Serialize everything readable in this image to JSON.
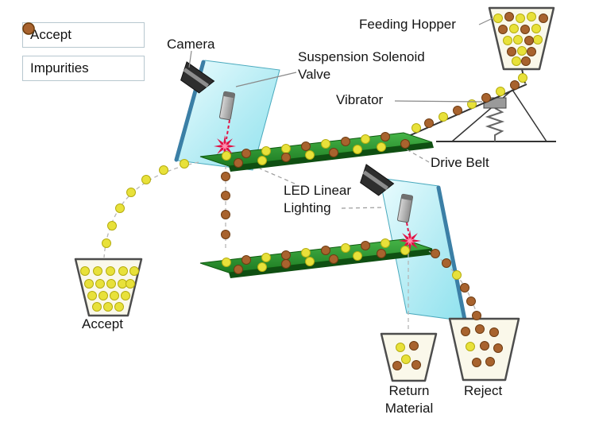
{
  "legend": {
    "items": [
      {
        "label": "Accept",
        "type": "accept"
      },
      {
        "label": "Impurities",
        "type": "impurity"
      }
    ]
  },
  "labels": {
    "camera": "Camera",
    "feeding_hopper": "Feeding Hopper",
    "suspension_solenoid_valve": "Suspension Solenoid Valve",
    "vibrator": "Vibrator",
    "drive_belt": "Drive Belt",
    "led_linear_lighting": "LED Linear Lighting",
    "accept_bin": "Accept",
    "return_material": "Return Material",
    "reject_bin": "Reject"
  },
  "colors": {
    "accept": "#e8e13a",
    "accept_edge": "#b5ad10",
    "impurity": "#a8632e",
    "impurity_edge": "#6e3c12",
    "laser": "#e01245",
    "belt_green": "#2f9e35",
    "panel_cyan": "#a9e9f2"
  },
  "balls": [
    {
      "name": "feeder-accept",
      "type": "accept",
      "points": [
        [
          627,
          23
        ],
        [
          655,
          23
        ],
        [
          669,
          21
        ],
        [
          647,
          36
        ],
        [
          675,
          36
        ],
        [
          639,
          51
        ],
        [
          652,
          50
        ],
        [
          677,
          50
        ],
        [
          657,
          64
        ],
        [
          650,
          77
        ]
      ]
    },
    {
      "name": "feeder-impurity",
      "type": "impurity",
      "points": [
        [
          641,
          21
        ],
        [
          684,
          23
        ],
        [
          633,
          37
        ],
        [
          661,
          37
        ],
        [
          666,
          51
        ],
        [
          644,
          65
        ],
        [
          669,
          65
        ],
        [
          662,
          77
        ]
      ]
    },
    {
      "name": "chute-accept",
      "type": "accept",
      "points": [
        [
          658,
          98
        ],
        [
          630,
          115
        ],
        [
          594,
          131
        ],
        [
          558,
          147
        ],
        [
          524,
          161
        ]
      ]
    },
    {
      "name": "chute-impurity",
      "type": "impurity",
      "points": [
        [
          648,
          107
        ],
        [
          612,
          123
        ],
        [
          576,
          139
        ],
        [
          540,
          155
        ]
      ]
    },
    {
      "name": "belt1-accept",
      "type": "accept",
      "points": [
        [
          285,
          196
        ],
        [
          335,
          190
        ],
        [
          360,
          187
        ],
        [
          410,
          181
        ],
        [
          460,
          175
        ],
        [
          330,
          202
        ],
        [
          390,
          195
        ],
        [
          450,
          188
        ],
        [
          480,
          185
        ]
      ]
    },
    {
      "name": "belt1-impurity",
      "type": "impurity",
      "points": [
        [
          310,
          193
        ],
        [
          385,
          184
        ],
        [
          435,
          178
        ],
        [
          485,
          172
        ],
        [
          300,
          205
        ],
        [
          360,
          198
        ],
        [
          420,
          192
        ],
        [
          510,
          181
        ]
      ]
    },
    {
      "name": "accept-arc",
      "type": "accept",
      "points": [
        [
          232,
          206
        ],
        [
          206,
          214
        ],
        [
          184,
          226
        ],
        [
          165,
          242
        ],
        [
          151,
          262
        ],
        [
          141,
          284
        ],
        [
          134,
          306
        ]
      ]
    },
    {
      "name": "accept-bin",
      "type": "accept",
      "points": [
        [
          107,
          341
        ],
        [
          123,
          341
        ],
        [
          139,
          341
        ],
        [
          155,
          341
        ],
        [
          169,
          341
        ],
        [
          112,
          357
        ],
        [
          126,
          357
        ],
        [
          140,
          357
        ],
        [
          154,
          357
        ],
        [
          164,
          357
        ],
        [
          116,
          372
        ],
        [
          130,
          372
        ],
        [
          144,
          372
        ],
        [
          158,
          372
        ],
        [
          122,
          386
        ],
        [
          136,
          386
        ],
        [
          150,
          386
        ]
      ]
    },
    {
      "name": "eject1-column",
      "type": "impurity",
      "points": [
        [
          284,
          222
        ],
        [
          284,
          246
        ],
        [
          284,
          270
        ],
        [
          284,
          295
        ]
      ]
    },
    {
      "name": "belt2-accept",
      "type": "accept",
      "points": [
        [
          285,
          330
        ],
        [
          335,
          324
        ],
        [
          385,
          318
        ],
        [
          435,
          312
        ],
        [
          485,
          306
        ],
        [
          330,
          336
        ],
        [
          390,
          329
        ],
        [
          450,
          322
        ],
        [
          510,
          315
        ]
      ]
    },
    {
      "name": "belt2-impurity",
      "type": "impurity",
      "points": [
        [
          310,
          327
        ],
        [
          360,
          321
        ],
        [
          410,
          315
        ],
        [
          460,
          309
        ],
        [
          300,
          339
        ],
        [
          360,
          332
        ],
        [
          420,
          326
        ],
        [
          480,
          319
        ]
      ]
    },
    {
      "name": "reject-arc-impurity",
      "type": "impurity",
      "points": [
        [
          548,
          319
        ],
        [
          562,
          331
        ],
        [
          585,
          362
        ],
        [
          593,
          379
        ],
        [
          600,
          397
        ]
      ]
    },
    {
      "name": "reject-arc-accept",
      "type": "accept",
      "points": [
        [
          575,
          346
        ]
      ]
    },
    {
      "name": "reject-bin-impurity",
      "type": "impurity",
      "points": [
        [
          586,
          417
        ],
        [
          604,
          414
        ],
        [
          622,
          418
        ],
        [
          610,
          435
        ],
        [
          627,
          438
        ],
        [
          600,
          456
        ],
        [
          617,
          455
        ]
      ]
    },
    {
      "name": "reject-bin-accept",
      "type": "accept",
      "points": [
        [
          592,
          436
        ]
      ]
    },
    {
      "name": "return-bin-accept",
      "type": "accept",
      "points": [
        [
          504,
          437
        ],
        [
          511,
          452
        ]
      ]
    },
    {
      "name": "return-bin-impurity",
      "type": "impurity",
      "points": [
        [
          521,
          435
        ],
        [
          524,
          459
        ],
        [
          500,
          460
        ]
      ]
    }
  ]
}
